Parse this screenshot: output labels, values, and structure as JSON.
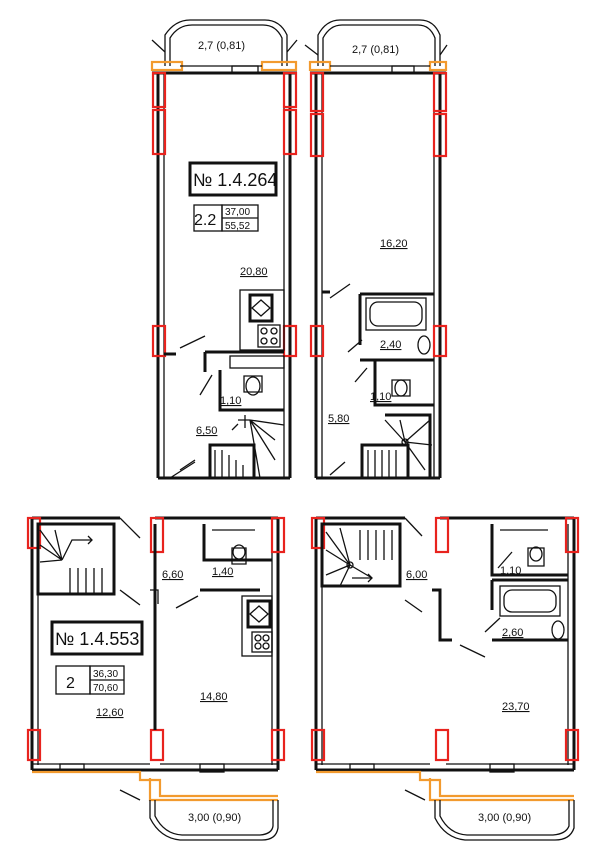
{
  "colors": {
    "wall": "#111111",
    "column": "#e8231e",
    "balcony": "#f29a2e"
  },
  "apt1": {
    "number": "№ 1.4.264",
    "rooms_type": "2.2",
    "area_living": "37,00",
    "area_total": "55,52",
    "balcony_label": "2,7 (0,81)",
    "upper_balcony_label": "2,7 (0,81)",
    "rooms": {
      "main_room": "20,80",
      "bath": "1,10",
      "hall": "6,50",
      "upper_room": "16,20",
      "upper_bath": "2,40",
      "upper_wc": "1,10",
      "upper_hall": "5,80"
    }
  },
  "apt2": {
    "number": "№ 1.4.553",
    "rooms_type": "2",
    "area_living": "36,30",
    "area_total": "70,60",
    "balcony_label": "3,00 (0,90)",
    "upper_balcony_label": "3,00 (0,90)",
    "rooms": {
      "room_left": "12,60",
      "hall": "6,60",
      "wc": "1,40",
      "kitchen": "14,80",
      "upper_hall": "6,00",
      "upper_wc": "1,10",
      "upper_bath": "2,60",
      "upper_room": "23,70"
    }
  }
}
